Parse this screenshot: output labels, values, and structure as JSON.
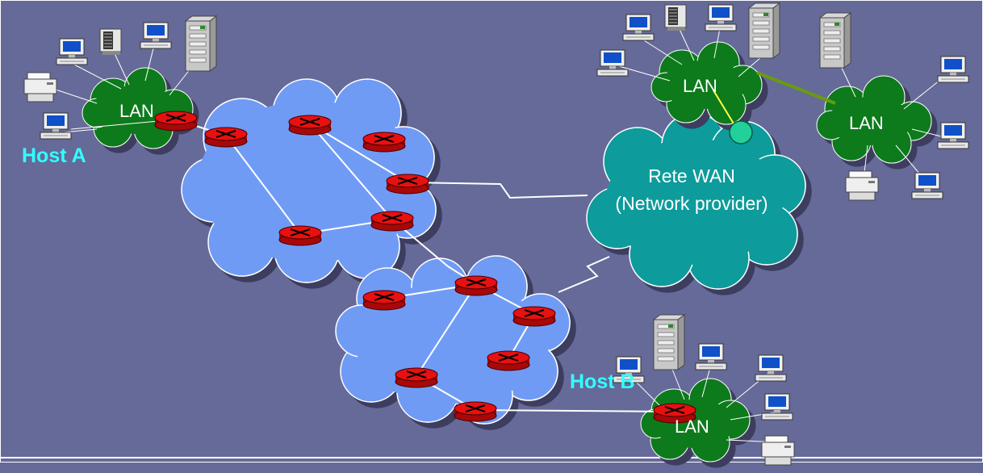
{
  "labels": {
    "lan_a": "LAN",
    "lan_top": "LAN",
    "lan_right": "LAN",
    "lan_b": "LAN",
    "host_a": "Host A",
    "host_b": "Host B",
    "wan_line1": "Rete WAN",
    "wan_line2": "(Network provider)"
  },
  "colors": {
    "background": "#666a99",
    "cloud_blue": "#6f9bf5",
    "cloud_teal": "#0f9b9b",
    "cloud_lan": "#0f7a1e",
    "router": "#e81010",
    "host_label": "#33ffff",
    "link": "#ffffff",
    "lan_trunk": "#6a9a10",
    "access_link": "#ffff40",
    "access_node": "#22d09a"
  },
  "icons": [
    "workstation-icon",
    "printer-icon",
    "tower-server-icon",
    "rack-server-icon",
    "router-icon"
  ]
}
